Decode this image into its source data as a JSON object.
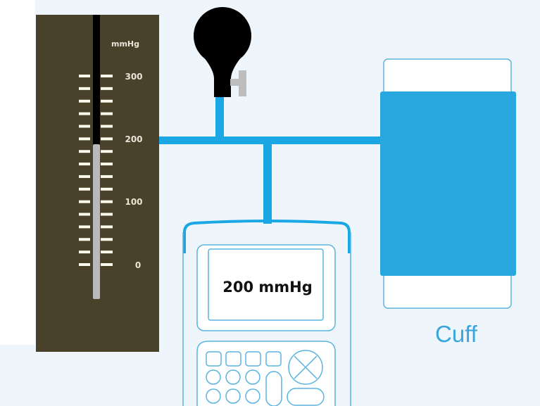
{
  "manometer": {
    "unit": "mmHg",
    "scale_labels": [
      "300",
      "200",
      "100",
      "0"
    ],
    "reading_mmHg": 200,
    "scale_min": 0,
    "scale_max": 300
  },
  "calibrator": {
    "display": "200 mmHg"
  },
  "cuff": {
    "label": "Cuff"
  },
  "colors": {
    "pipe": "#1aa7e4",
    "cuff": "#29a8e0",
    "panel": "#4a412a",
    "outline": "#5ab4e0"
  }
}
